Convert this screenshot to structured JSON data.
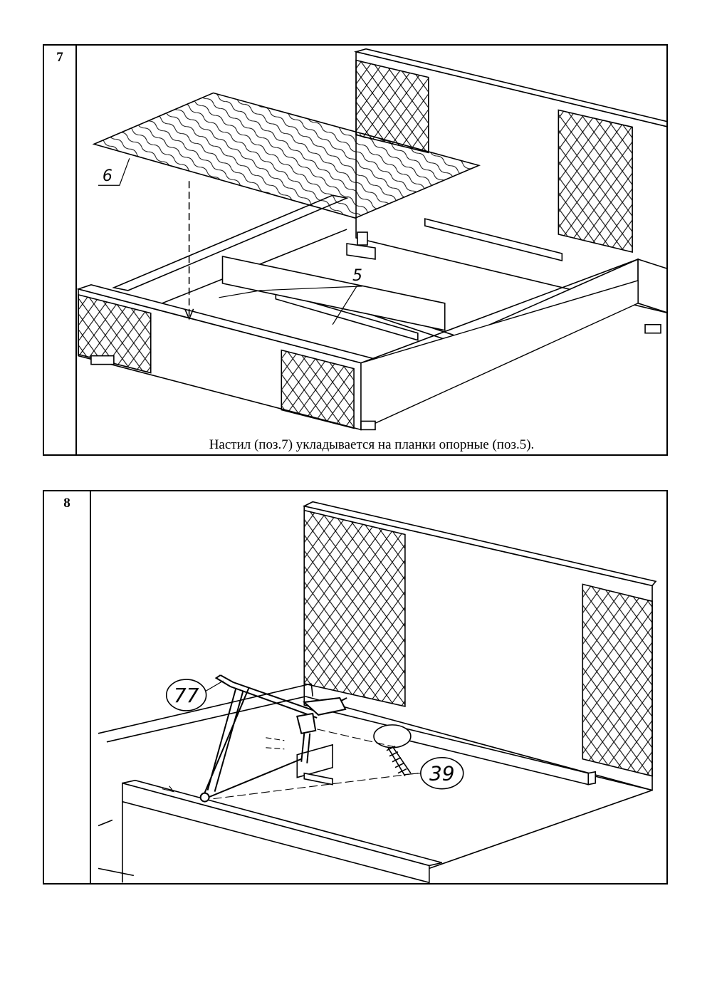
{
  "steps": [
    {
      "number": "7",
      "caption": "Настил  (поз.7) укладывается на планки опорные (поз.5).",
      "callouts": [
        "6",
        "5"
      ]
    },
    {
      "number": "8",
      "caption": "",
      "callouts": [
        "77",
        "39"
      ]
    }
  ]
}
